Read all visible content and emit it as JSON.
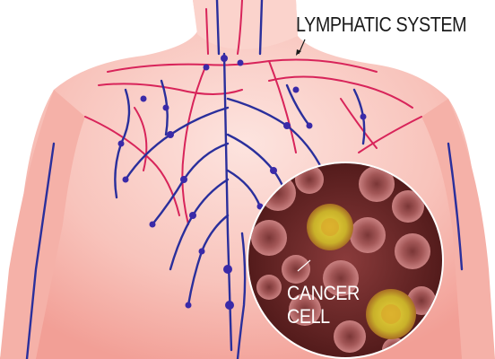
{
  "labels": {
    "title": "LYMPHATIC SYSTEM",
    "cell_line1": "CANCER",
    "cell_line2": "CELL"
  },
  "colors": {
    "skin": "#f7b9b2",
    "skin_light": "#fbd9d4",
    "lymph_vessel": "#2a2f9c",
    "blood_vessel": "#d8245a",
    "magnifier_bg": "#6e2a2a",
    "cancer_cell": "#d8c22e"
  }
}
